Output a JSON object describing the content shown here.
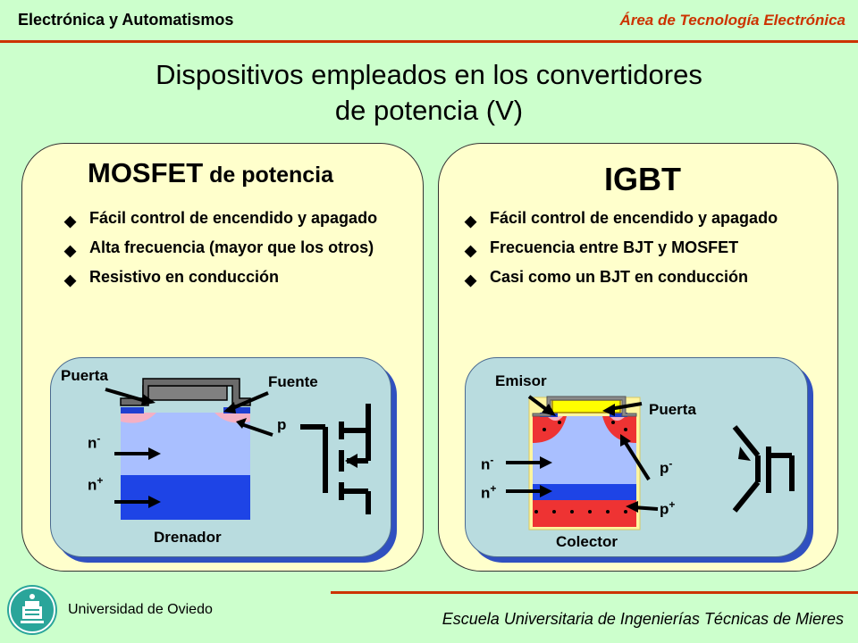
{
  "header": {
    "course": "Electrónica y Automatismos",
    "area": "Área de Tecnología Electrónica"
  },
  "title": {
    "line1": "Dispositivos empleados en los convertidores",
    "line2": "de potencia (V)"
  },
  "mosfet": {
    "title_main": "MOSFET",
    "title_rest": " de potencia",
    "bullets": [
      "Fácil control de encendido y apagado",
      "Alta frecuencia (mayor que los otros)",
      "Resistivo en conducción"
    ],
    "labels": {
      "gate": "Puerta",
      "source": "Fuente",
      "p": "p",
      "n_minus_base": "n",
      "n_minus_sup": "-",
      "n_plus_base": "n",
      "n_plus_sup": "+",
      "drain": "Drenador"
    }
  },
  "igbt": {
    "title": "IGBT",
    "bullets": [
      "Fácil control de encendido y apagado",
      "Frecuencia entre BJT y MOSFET",
      "Casi como un BJT en conducción"
    ],
    "labels": {
      "emitter": "Emisor",
      "gate": "Puerta",
      "n_minus_base": "n",
      "n_minus_sup": "-",
      "n_plus_base": "n",
      "n_plus_sup": "+",
      "p_minus_base": "p",
      "p_minus_sup": "-",
      "p_plus_base": "p",
      "p_plus_sup": "+",
      "collector": "Colector"
    }
  },
  "footer": {
    "university": "Universidad de Oviedo",
    "school": "Escuela Universitaria de Ingenierías Técnicas de Mieres"
  },
  "icons": {
    "bullet": "diamond-bullet-icon",
    "logo": "university-seal-icon"
  },
  "colors": {
    "background": "#ccffcc",
    "accent": "#cc3300",
    "panel": "#ffffcc",
    "inner": "#b9dcdf"
  }
}
